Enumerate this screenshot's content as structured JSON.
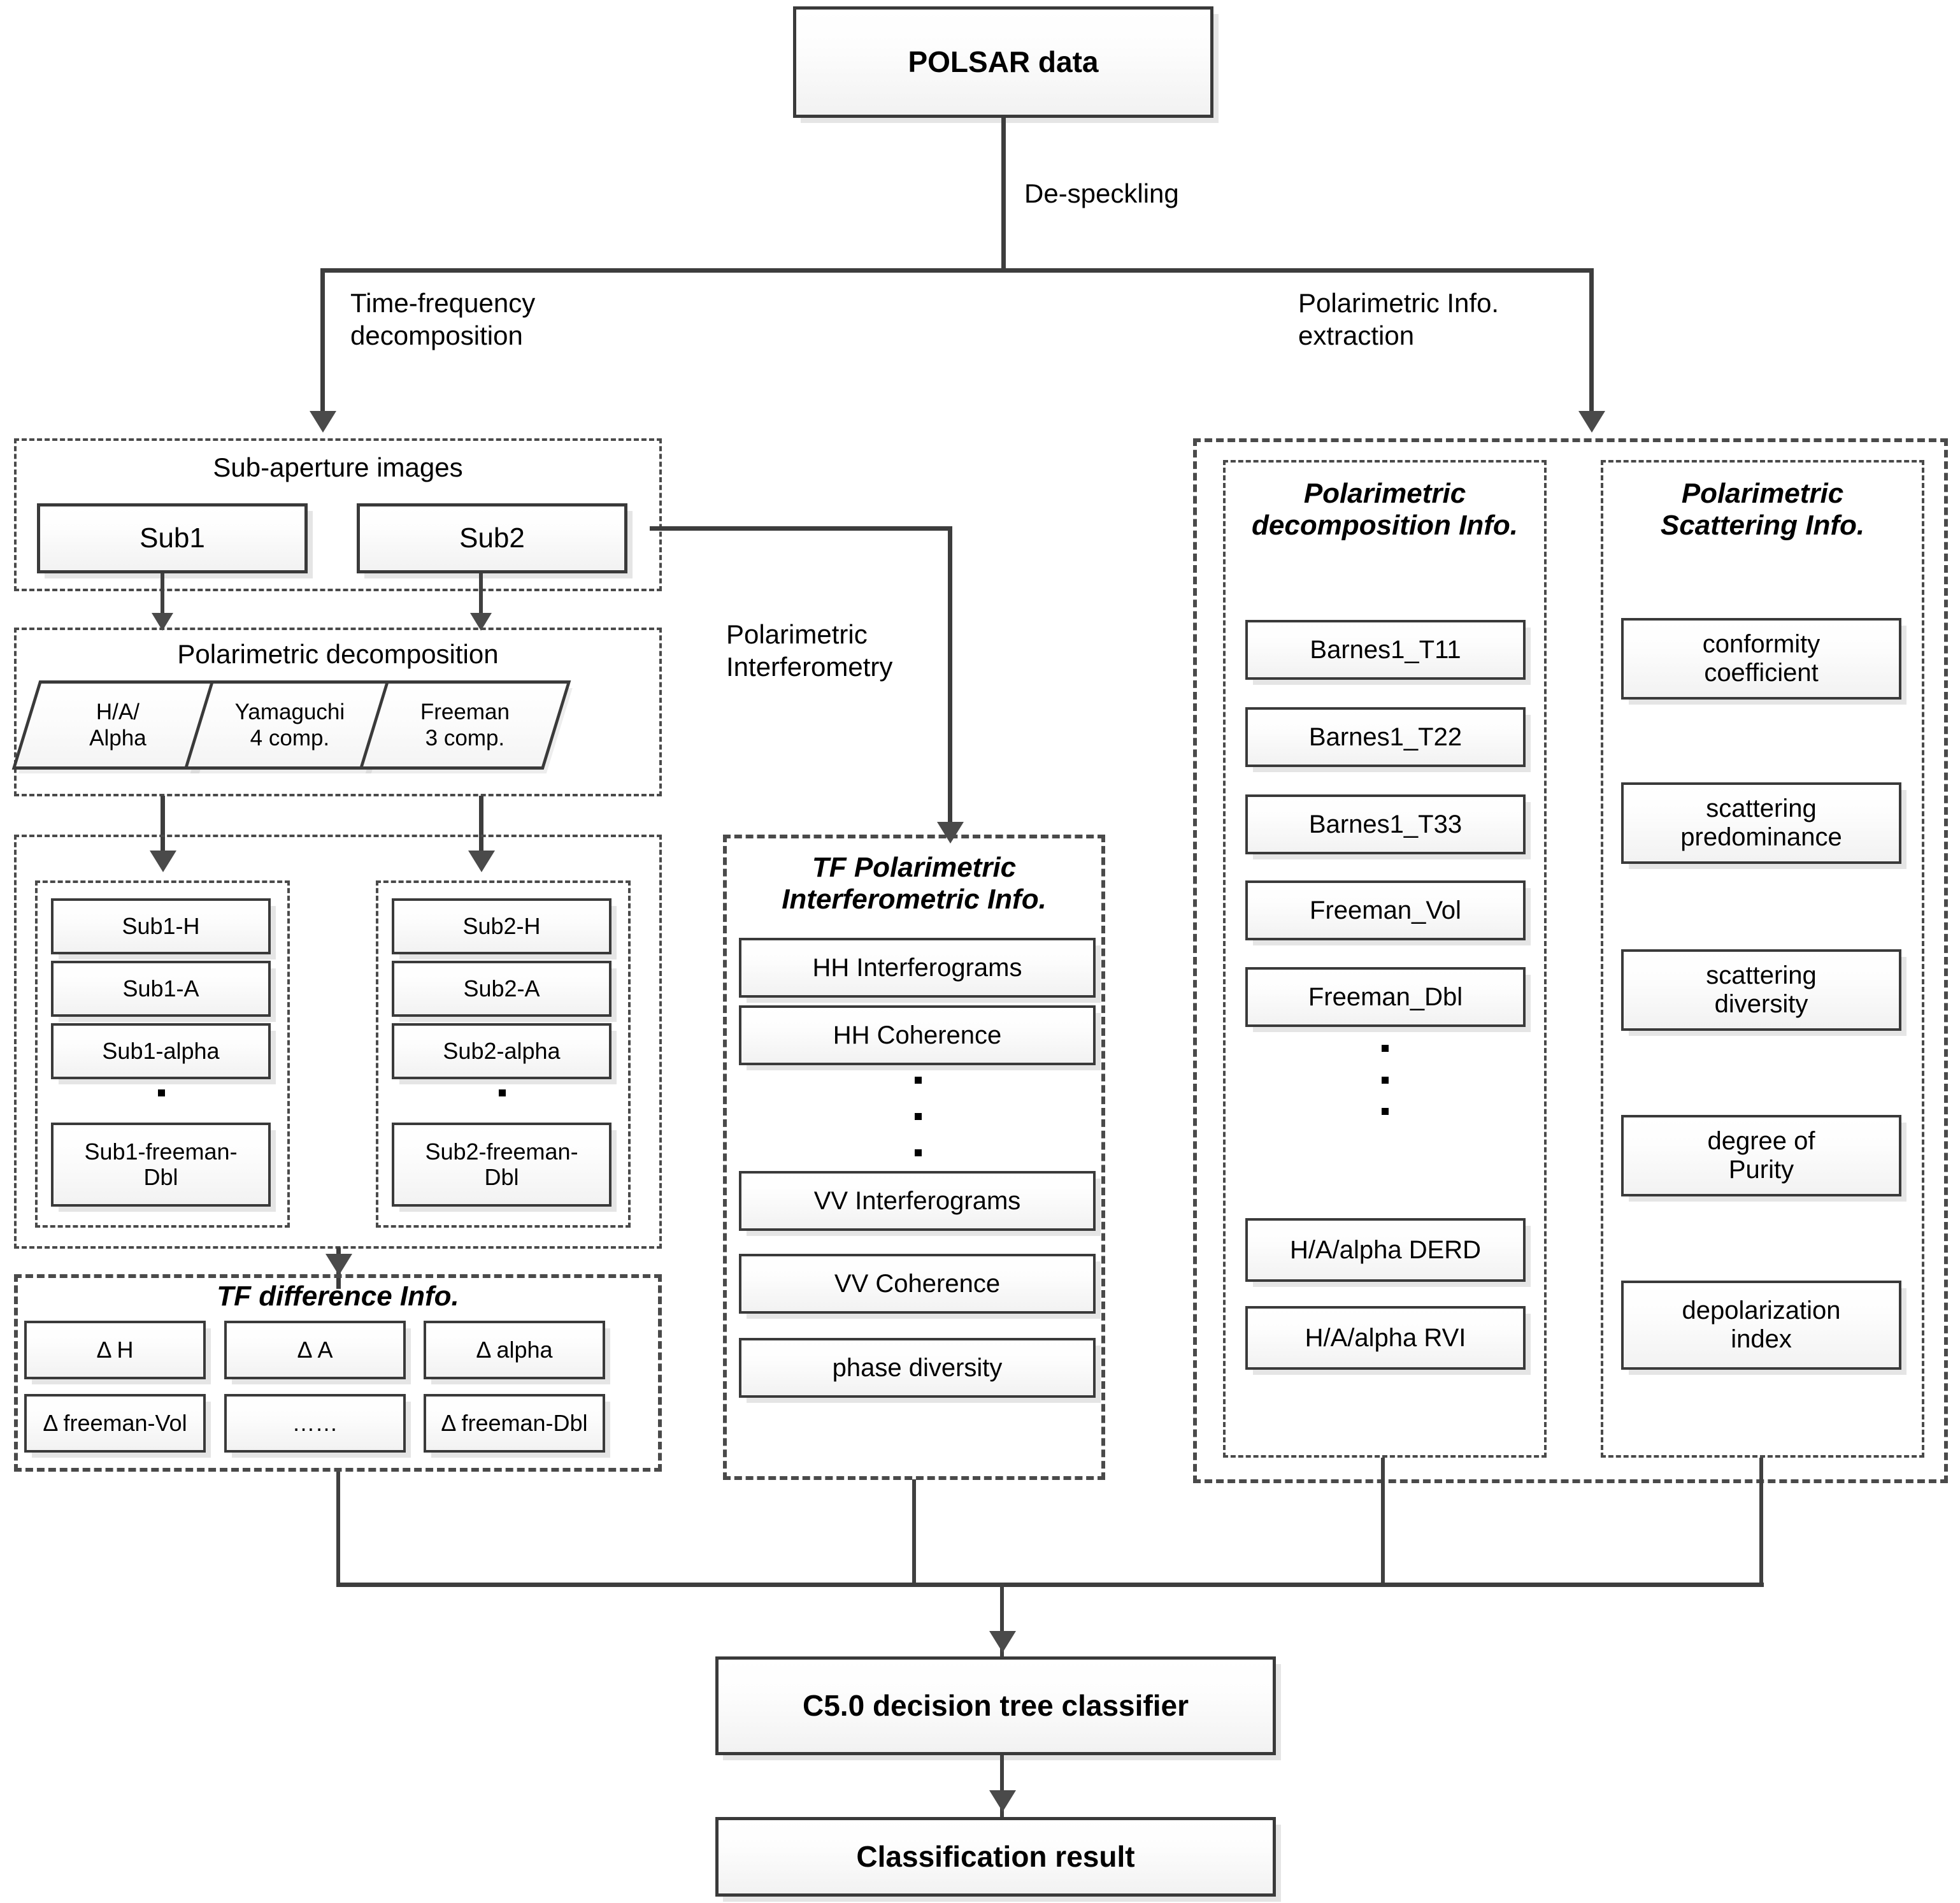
{
  "title": "POLSAR classification processing flowchart",
  "root": {
    "label": "POLSAR data"
  },
  "edges": {
    "despeckling": "De-speckling",
    "time_frequency": "Time-frequency\ndecomposition",
    "polarimetric_extraction": "Polarimetric Info.\nextraction",
    "polarimetric_interferometry": "Polarimetric\nInterferometry"
  },
  "left_branch": {
    "sub_aperture": {
      "title": "Sub-aperture images",
      "items": [
        "Sub1",
        "Sub2"
      ]
    },
    "polarimetric_decomposition": {
      "title": "Polarimetric decomposition",
      "items": [
        "H/A/\nAlpha",
        "Yamaguchi\n4 comp.",
        "Freeman\n3 comp."
      ]
    },
    "sub_features": {
      "columns": [
        {
          "items": [
            "Sub1-H",
            "Sub1-A",
            "Sub1-alpha"
          ],
          "ellipsis": true,
          "last": "Sub1-freeman-\nDbl"
        },
        {
          "items": [
            "Sub2-H",
            "Sub2-A",
            "Sub2-alpha"
          ],
          "ellipsis": true,
          "last": "Sub2-freeman-\nDbl"
        }
      ]
    },
    "tf_difference": {
      "title": "TF difference Info.",
      "items": [
        "Δ H",
        "Δ A",
        "Δ alpha",
        "Δ freeman-Vol",
        "……",
        "Δ freeman-Dbl"
      ]
    }
  },
  "middle_branch": {
    "tf_polinsar": {
      "title": "TF Polarimetric\nInterferometric Info.",
      "items_top": [
        "HH Interferograms",
        "HH Coherence"
      ],
      "ellipsis": true,
      "items_bottom": [
        "VV Interferograms",
        "VV Coherence",
        "phase diversity"
      ]
    }
  },
  "right_branch": {
    "decomposition_info": {
      "title": "Polarimetric\ndecomposition Info.",
      "items_top": [
        "Barnes1_T11",
        "Barnes1_T22",
        "Barnes1_T33",
        "Freeman_Vol",
        "Freeman_Dbl"
      ],
      "ellipsis": true,
      "items_bottom": [
        "H/A/alpha DERD",
        "H/A/alpha RVI"
      ]
    },
    "scattering_info": {
      "title": "Polarimetric\nScattering Info.",
      "items": [
        "conformity\ncoefficient",
        "scattering\npredominance",
        "scattering\ndiversity",
        "degree of\nPurity",
        "depolarization\nindex"
      ]
    }
  },
  "bottom": {
    "classifier": "C5.0 decision tree classifier",
    "result": "Classification result"
  },
  "colors": {
    "line": "#3d3d3d",
    "box_border": "#3a3a3a",
    "dashed_border": "#4a4a4a",
    "text": "#000000",
    "background": "#ffffff"
  }
}
